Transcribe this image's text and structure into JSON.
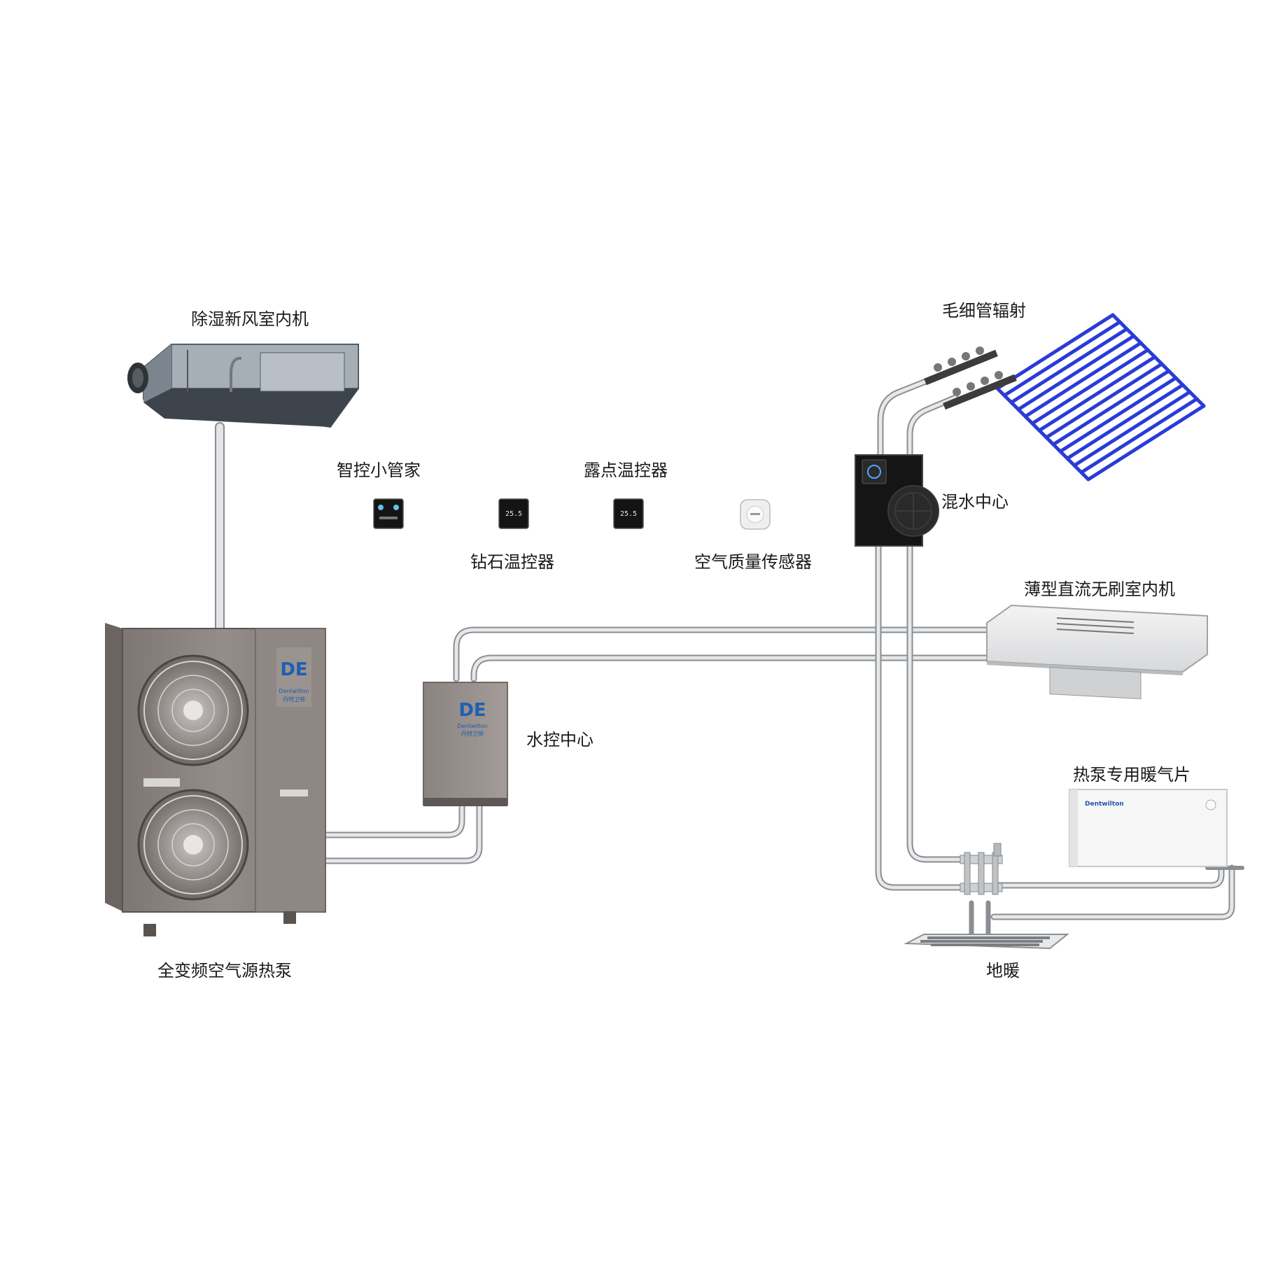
{
  "labels": {
    "fresh_air_unit": "除湿新风室内机",
    "smart_controller": "智控小管家",
    "dew_point_thermostat": "露点温控器",
    "diamond_thermostat": "钻石温控器",
    "air_quality_sensor": "空气质量传感器",
    "capillary_radiation": "毛细管辐射",
    "mixing_center": "混水中心",
    "slim_indoor_unit": "薄型直流无刷室内机",
    "water_control_center": "水控中心",
    "radiator": "热泵专用暖气片",
    "heat_pump": "全变频空气源热泵",
    "floor_heating": "地暖"
  },
  "brand": {
    "name_en": "Dentwilton",
    "name_cn": "丹特卫顿",
    "radiator_brand": "Dentwilton"
  },
  "thermostat_display": "25.5",
  "colors": {
    "pipe": "#d8dbde",
    "pipe_outline": "#8a8e92",
    "capillary": "#2a3bd6",
    "unit_gray": "#8f8784",
    "brand_blue": "#1f5fb0"
  }
}
